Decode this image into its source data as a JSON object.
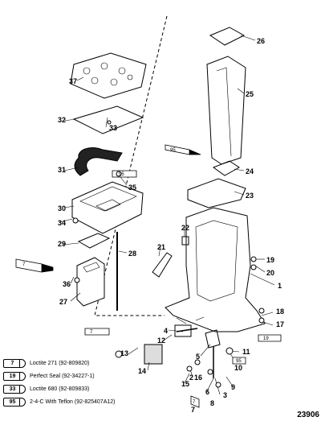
{
  "callouts": [
    {
      "n": "1"
    },
    {
      "n": "2"
    },
    {
      "n": "3"
    },
    {
      "n": "4"
    },
    {
      "n": "5"
    },
    {
      "n": "6"
    },
    {
      "n": "7"
    },
    {
      "n": "8"
    },
    {
      "n": "9"
    },
    {
      "n": "10"
    },
    {
      "n": "11"
    },
    {
      "n": "12"
    },
    {
      "n": "13"
    },
    {
      "n": "14"
    },
    {
      "n": "15"
    },
    {
      "n": "16"
    },
    {
      "n": "17"
    },
    {
      "n": "18"
    },
    {
      "n": "19"
    },
    {
      "n": "20"
    },
    {
      "n": "21"
    },
    {
      "n": "22"
    },
    {
      "n": "23"
    },
    {
      "n": "24"
    },
    {
      "n": "25"
    },
    {
      "n": "26"
    },
    {
      "n": "27"
    },
    {
      "n": "28"
    },
    {
      "n": "29"
    },
    {
      "n": "30"
    },
    {
      "n": "31"
    },
    {
      "n": "32"
    },
    {
      "n": "33"
    },
    {
      "n": "34"
    },
    {
      "n": "35"
    },
    {
      "n": "36"
    },
    {
      "n": "37"
    }
  ],
  "tube_codes": [
    "7",
    "95",
    "95",
    "7",
    "95",
    "19",
    "7"
  ],
  "legend": [
    {
      "code": "7",
      "text": "Loctite 271 (92-809820)"
    },
    {
      "code": "19",
      "text": "Perfect Seal (92-34227-1)"
    },
    {
      "code": "33",
      "text": "Loctite 680 (92-809833)"
    },
    {
      "code": "95",
      "text": "2-4-C  With Teflon (92-825407A12)"
    }
  ],
  "figure_id": "23906"
}
